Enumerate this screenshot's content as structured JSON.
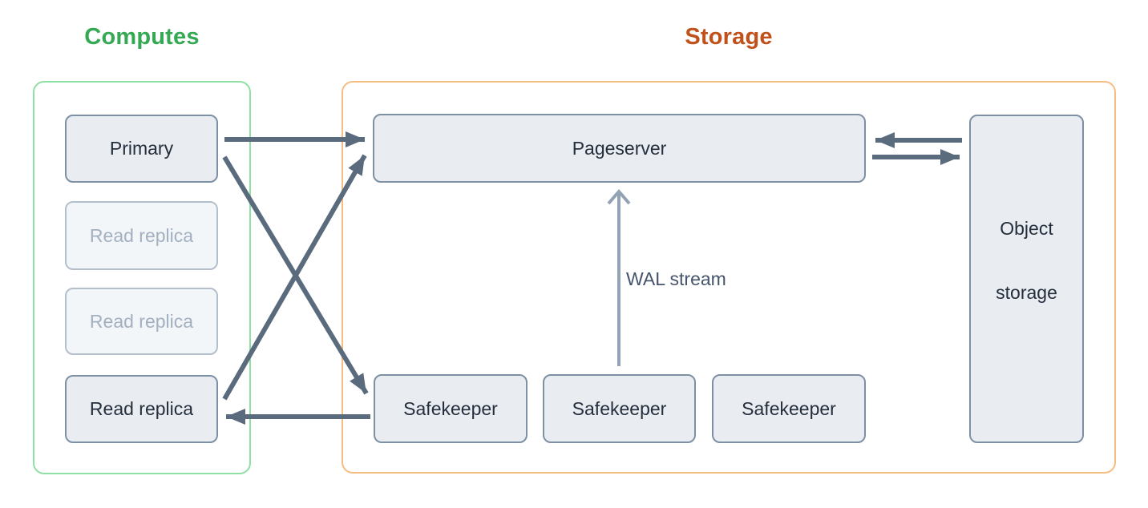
{
  "computes": {
    "title": "Computes",
    "nodes": [
      {
        "label": "Primary",
        "state": "active"
      },
      {
        "label": "Read replica",
        "state": "inactive"
      },
      {
        "label": "Read replica",
        "state": "inactive"
      },
      {
        "label": "Read replica",
        "state": "active"
      }
    ]
  },
  "storage": {
    "title": "Storage",
    "pageserver_label": "Pageserver",
    "safekeeper_labels": [
      "Safekeeper",
      "Safekeeper",
      "Safekeeper"
    ],
    "object_storage_lines": [
      "Object",
      "storage"
    ]
  },
  "edge_labels": {
    "wal_stream": "WAL stream"
  },
  "edges": [
    {
      "from": "primary",
      "to": "pageserver",
      "style": "bold-arrow"
    },
    {
      "from": "primary",
      "to": "safekeeper-1",
      "style": "bold-arrow"
    },
    {
      "from": "read-replica-3",
      "to": "pageserver",
      "style": "bold-arrow"
    },
    {
      "from": "safekeeper-1",
      "to": "read-replica-3",
      "style": "bold-arrow"
    },
    {
      "from": "object-storage",
      "to": "pageserver",
      "style": "bold-arrow"
    },
    {
      "from": "pageserver",
      "to": "object-storage",
      "style": "bold-arrow"
    },
    {
      "from": "safekeeper-2",
      "to": "pageserver",
      "style": "thin-arrow",
      "label": "WAL stream"
    }
  ],
  "colors": {
    "computes_title": "#34a853",
    "computes_border": "#8ee0a3",
    "storage_title": "#c0511b",
    "storage_border": "#f6bd83",
    "arrow": "#5a6b7d",
    "wal_arrow": "#93a3b6",
    "wal_text": "#45546a",
    "node_fill": "#e9edf2",
    "node_border": "#7e90a3",
    "node_text": "#242e3c",
    "faded_fill": "#f3f6f9",
    "faded_border": "#b3bfca",
    "faded_text": "#a3b0c0"
  }
}
